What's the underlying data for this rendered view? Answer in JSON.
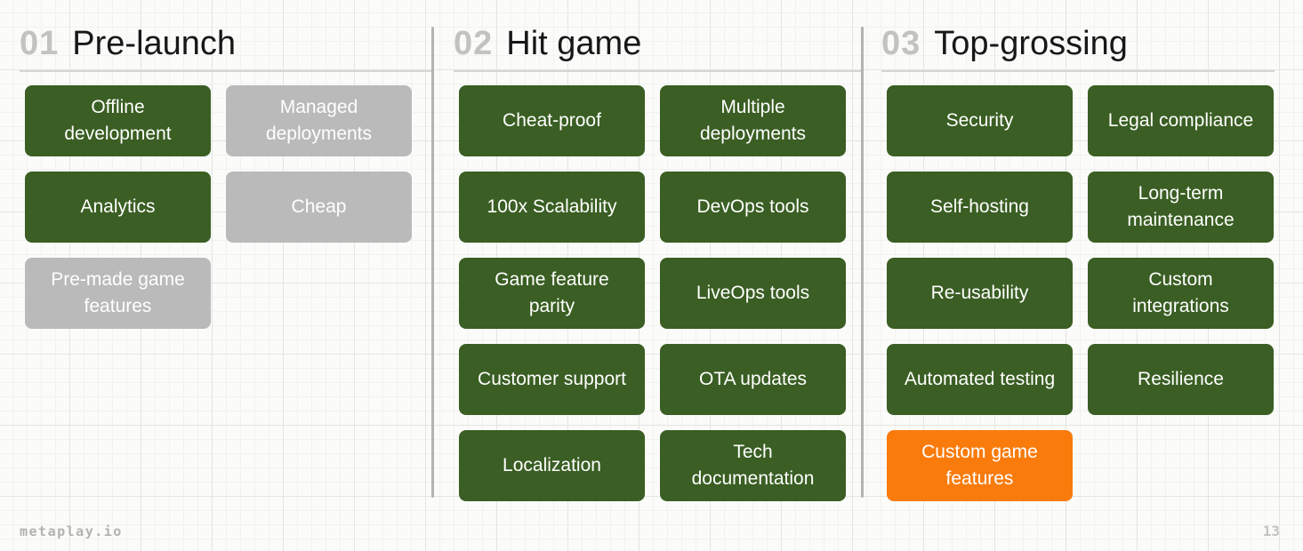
{
  "columns": [
    {
      "number": "01",
      "title": "Pre-launch",
      "cards": [
        {
          "label": "Offline development",
          "variant": "green"
        },
        {
          "label": "Managed deployments",
          "variant": "gray"
        },
        {
          "label": "Analytics",
          "variant": "green"
        },
        {
          "label": "Cheap",
          "variant": "gray"
        },
        {
          "label": "Pre-made game features",
          "variant": "gray"
        }
      ]
    },
    {
      "number": "02",
      "title": "Hit game",
      "cards": [
        {
          "label": "Cheat-proof",
          "variant": "green"
        },
        {
          "label": "Multiple deployments",
          "variant": "green"
        },
        {
          "label": "100x Scalability",
          "variant": "green"
        },
        {
          "label": "DevOps tools",
          "variant": "green"
        },
        {
          "label": "Game feature parity",
          "variant": "green"
        },
        {
          "label": "LiveOps tools",
          "variant": "green"
        },
        {
          "label": "Customer support",
          "variant": "green"
        },
        {
          "label": "OTA updates",
          "variant": "green"
        },
        {
          "label": "Localization",
          "variant": "green"
        },
        {
          "label": "Tech documentation",
          "variant": "green"
        }
      ]
    },
    {
      "number": "03",
      "title": "Top-grossing",
      "cards": [
        {
          "label": "Security",
          "variant": "green"
        },
        {
          "label": "Legal compliance",
          "variant": "green"
        },
        {
          "label": "Self-hosting",
          "variant": "green"
        },
        {
          "label": "Long-term maintenance",
          "variant": "green"
        },
        {
          "label": "Re-usability",
          "variant": "green"
        },
        {
          "label": "Custom integrations",
          "variant": "green"
        },
        {
          "label": "Automated testing",
          "variant": "green"
        },
        {
          "label": "Resilience",
          "variant": "green"
        },
        {
          "label": "Custom game features",
          "variant": "orange"
        }
      ]
    }
  ],
  "footer": {
    "brand": "metaplay.io",
    "page_number": "13"
  },
  "colors": {
    "card_green": "#3a5e23",
    "card_gray": "#bababa",
    "card_orange": "#f97b0c",
    "header_number_gray": "#c2c2c0",
    "title_black": "#171717"
  }
}
